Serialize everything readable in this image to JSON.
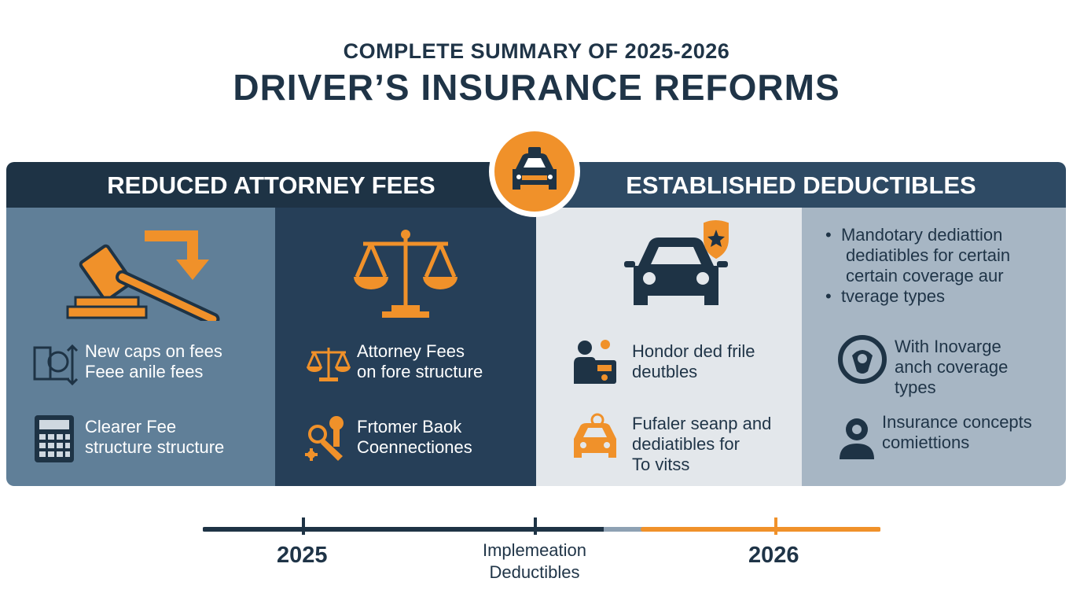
{
  "title": {
    "subtitle": "COMPLETE SUMMARY OF 2025-2026",
    "main": "DRIVER’S INSURANCE REFORMS"
  },
  "sections": {
    "left_header": "REDUCED ATTORNEY FEES",
    "right_header": "ESTABLISHED DEDUCTIBLES"
  },
  "columns": [
    {
      "icon": "gavel-arrow-icon",
      "items": [
        {
          "icon": "chart-icon",
          "lines": [
            "New caps on fees",
            "Feee anile fees"
          ]
        },
        {
          "icon": "calculator-icon",
          "lines": [
            "Clearer Fee",
            "structure structure"
          ]
        }
      ]
    },
    {
      "icon": "scales-icon",
      "items": [
        {
          "icon": "scales-small-icon",
          "lines": [
            "Attorney Fees",
            "on fore structure"
          ]
        },
        {
          "icon": "keys-icon",
          "lines": [
            "Frtomer Baok",
            "Coennectiones"
          ]
        }
      ]
    },
    {
      "icon": "car-shield-icon",
      "items": [
        {
          "icon": "person-document-icon",
          "lines": [
            "Hondor ded frile",
            "deutbles"
          ]
        },
        {
          "icon": "car-small-icon",
          "lines": [
            "Fufaler seanp and",
            "dediatibles for",
            "To vitss"
          ]
        }
      ]
    },
    {
      "bullets": [
        {
          "lines": [
            "Mandotary dediattion",
            "dediatibles for certain",
            "certain coverage aur"
          ]
        },
        {
          "lines": [
            "tverage types"
          ]
        }
      ],
      "items": [
        {
          "icon": "coverage-shield-icon",
          "lines": [
            "With Inovarge",
            "anch coverage",
            "types"
          ]
        },
        {
          "icon": "person-gear-icon",
          "lines": [
            "Insurance concepts",
            "comiettions"
          ]
        }
      ]
    }
  ],
  "badge": {
    "icon": "car-badge-icon"
  },
  "timeline": {
    "start_year": "2025",
    "end_year": "2026",
    "middle_label": [
      "Implemeation",
      "Deductibles"
    ]
  },
  "colors": {
    "navy": "#1e3345",
    "orange": "#f0912a",
    "steel": "#607f98",
    "light_gray": "#e3e7eb"
  }
}
